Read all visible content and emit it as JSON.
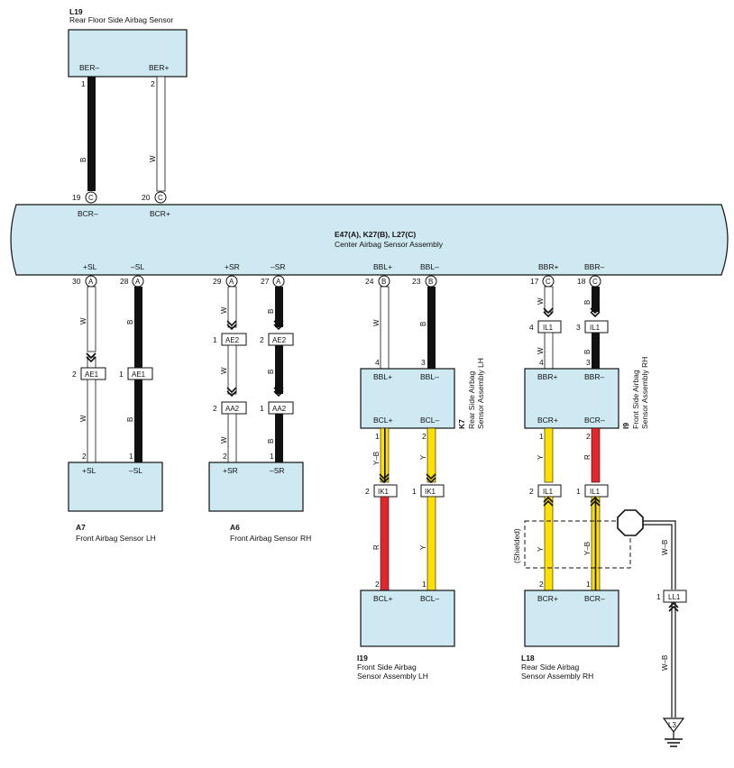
{
  "l19": {
    "code": "L19",
    "name": "Rear Floor Side Airbag Sensor",
    "pin1": "BER–",
    "pin2": "BER+",
    "n1": "1",
    "n2": "2"
  },
  "wires": {
    "b": "B",
    "w": "W",
    "y": "Y",
    "r": "R",
    "yb": "Y–B",
    "wb": "W–B"
  },
  "center": {
    "code": "E47(A), K27(B), L27(C)",
    "name": "Center Airbag Sensor Assembly",
    "top": [
      {
        "n": "19",
        "c": "C",
        "lbl": "BCR–"
      },
      {
        "n": "20",
        "c": "C",
        "lbl": "BCR+"
      }
    ],
    "bottom": [
      {
        "n": "30",
        "c": "A",
        "lbl": "+SL"
      },
      {
        "n": "28",
        "c": "A",
        "lbl": "–SL"
      },
      {
        "n": "29",
        "c": "A",
        "lbl": "+SR"
      },
      {
        "n": "27",
        "c": "A",
        "lbl": "–SR"
      },
      {
        "n": "24",
        "c": "B",
        "lbl": "BBL+"
      },
      {
        "n": "23",
        "c": "B",
        "lbl": "BBL–"
      },
      {
        "n": "17",
        "c": "C",
        "lbl": "BBR+"
      },
      {
        "n": "18",
        "c": "C",
        "lbl": "BBR–"
      }
    ]
  },
  "conn": {
    "ae1": "AE1",
    "ae2": "AE2",
    "aa2": "AA2",
    "ik1": "IK1",
    "il1": "IL1",
    "ll1": "LL1",
    "l3": "L3"
  },
  "pins": {
    "p1": "1",
    "p2": "2",
    "p3": "3",
    "p4": "4"
  },
  "a7": {
    "code": "A7",
    "name": "Front Airbag Sensor LH",
    "pl": "+SL",
    "pr": "–SL"
  },
  "a6": {
    "code": "A6",
    "name": "Front Airbag Sensor RH",
    "pl": "+SR",
    "pr": "–SR"
  },
  "k7": {
    "code": "K7",
    "name1": "Rear Side Airbag",
    "name2": "Sensor Assembly LH",
    "t1": "BBL+",
    "t2": "BBL–",
    "b1": "BCL+",
    "b2": "BCL–"
  },
  "i9": {
    "code": "I9",
    "name1": "Front Side Airbag",
    "name2": "Sensor Assembly RH",
    "t1": "BBR+",
    "t2": "BBR–",
    "b1": "BCR+",
    "b2": "BCR–"
  },
  "i19": {
    "code": "I19",
    "name1": "Front Side Airbag",
    "name2": "Sensor Assembly LH",
    "p1": "BCL+",
    "p2": "BCL–"
  },
  "l18": {
    "code": "L18",
    "name1": "Rear Side Airbag",
    "name2": "Sensor Assembly RH",
    "p1": "BCR+",
    "p2": "BCR–"
  },
  "shielded": "(Shielded)",
  "colors": {
    "box": "#cfe9f3",
    "black": "#111111",
    "yellow": "#ffe000",
    "red": "#e3262b",
    "white": "#ffffff"
  }
}
